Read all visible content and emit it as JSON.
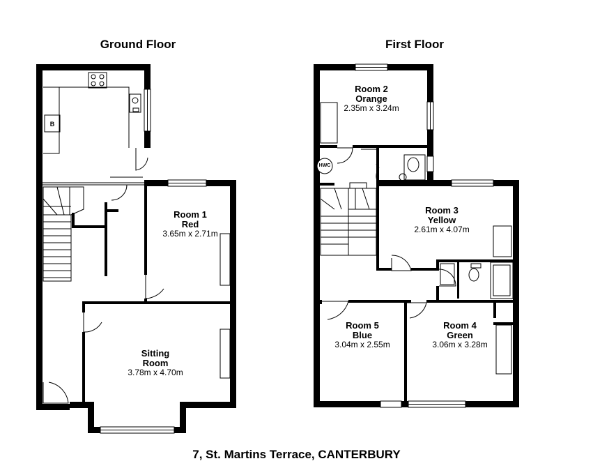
{
  "floors": [
    {
      "title": "Ground Floor"
    },
    {
      "title": "First Floor"
    }
  ],
  "rooms": {
    "room1": {
      "name": "Room 1",
      "color": "Red",
      "size": "3.65m x 2.71m"
    },
    "sitting": {
      "name": "Sitting",
      "name2": "Room",
      "size": "3.78m x 4.70m"
    },
    "room2": {
      "name": "Room 2",
      "color": "Orange",
      "size": "2.35m x 3.24m"
    },
    "room3": {
      "name": "Room 3",
      "color": "Yellow",
      "size": "2.61m x 4.07m"
    },
    "room4": {
      "name": "Room 4",
      "color": "Green",
      "size": "3.06m x 3.28m"
    },
    "room5": {
      "name": "Room 5",
      "color": "Blue",
      "size": "3.04m x 2.55m"
    }
  },
  "symbols": {
    "boiler": "B",
    "hwc": "HWC"
  },
  "address": "7, St. Martins Terrace, CANTERBURY"
}
